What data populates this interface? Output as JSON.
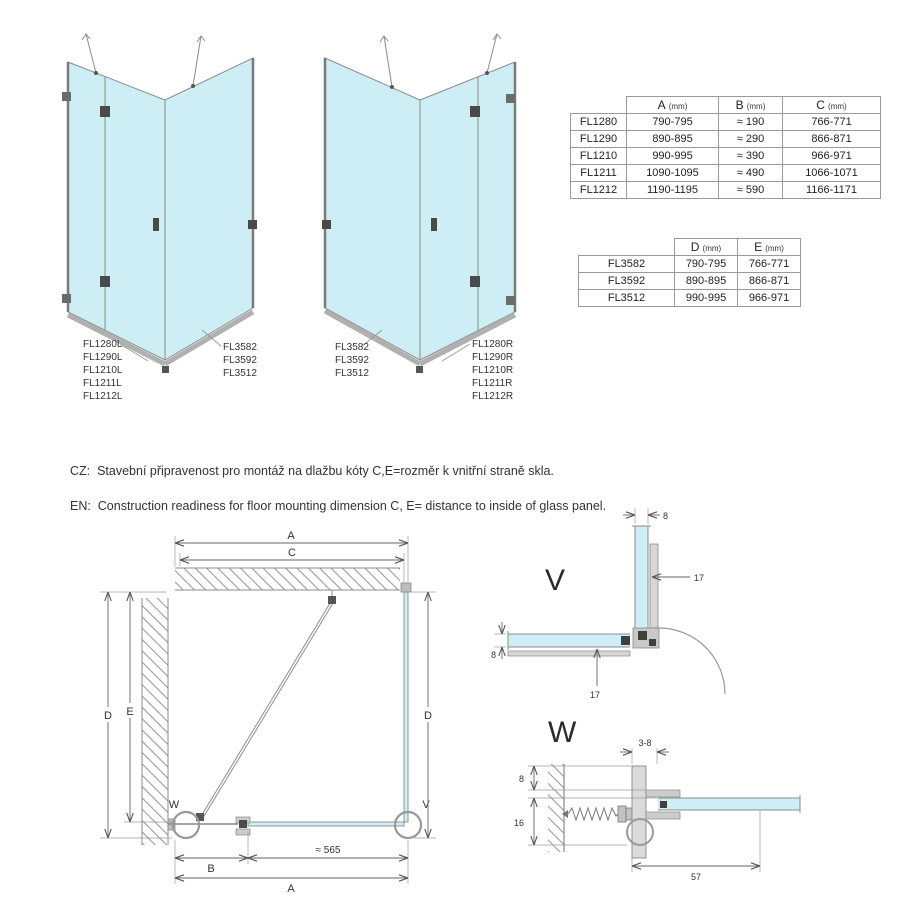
{
  "tables": {
    "abc": {
      "headers": [
        {
          "letter": "A",
          "unit": "(mm)"
        },
        {
          "letter": "B",
          "unit": "(mm)"
        },
        {
          "letter": "C",
          "unit": "(mm)"
        }
      ],
      "rows": [
        {
          "model": "FL1280",
          "a": "790-795",
          "b": "≈ 190",
          "c": "766-771"
        },
        {
          "model": "FL1290",
          "a": "890-895",
          "b": "≈ 290",
          "c": "866-871"
        },
        {
          "model": "FL1210",
          "a": "990-995",
          "b": "≈ 390",
          "c": "966-971"
        },
        {
          "model": "FL1211",
          "a": "1090-1095",
          "b": "≈ 490",
          "c": "1066-1071"
        },
        {
          "model": "FL1212",
          "a": "1190-1195",
          "b": "≈ 590",
          "c": "1166-1171"
        }
      ]
    },
    "de": {
      "headers": [
        {
          "letter": "D",
          "unit": "(mm)"
        },
        {
          "letter": "E",
          "unit": "(mm)"
        }
      ],
      "rows": [
        {
          "model": "FL3582",
          "d": "790-795",
          "e": "766-771"
        },
        {
          "model": "FL3592",
          "d": "890-895",
          "e": "866-871"
        },
        {
          "model": "FL3512",
          "d": "990-995",
          "e": "966-971"
        }
      ]
    }
  },
  "drawings": {
    "left": {
      "door_labels": [
        "FL1280L",
        "FL1290L",
        "FL1210L",
        "FL1211L",
        "FL1212L"
      ],
      "side_labels": [
        "FL3582",
        "FL3592",
        "FL3512"
      ]
    },
    "right": {
      "side_labels": [
        "FL3582",
        "FL3592",
        "FL3512"
      ],
      "door_labels": [
        "FL1280R",
        "FL1290R",
        "FL1210R",
        "FL1211R",
        "FL1212R"
      ]
    }
  },
  "notes": {
    "cz": "CZ:  Stavební připravenost pro montáž na dlažbu kóty C,E=rozměr k vnitřní straně skla.",
    "en": "EN:  Construction readiness for floor mounting dimension C, E= distance to inside of glass panel."
  },
  "plan": {
    "dim_a_top": "A",
    "dim_c": "C",
    "dim_d_left": "D",
    "dim_e": "E",
    "dim_d_right": "D",
    "dim_b": "B",
    "dim_door": "≈ 565",
    "dim_a_bottom": "A",
    "marker_w": "W",
    "marker_v": "V"
  },
  "detail_v": {
    "title": "V",
    "dim_glass_top": "8",
    "dim_profile_right": "17",
    "dim_glass_left": "8",
    "dim_profile_bottom": "17"
  },
  "detail_w": {
    "title": "W",
    "dim_gap": "3-8",
    "dim_upper": "8",
    "dim_lower": "16",
    "dim_depth": "57"
  },
  "colors": {
    "glass": "#cdeef5",
    "line": "#8c8c8c"
  }
}
